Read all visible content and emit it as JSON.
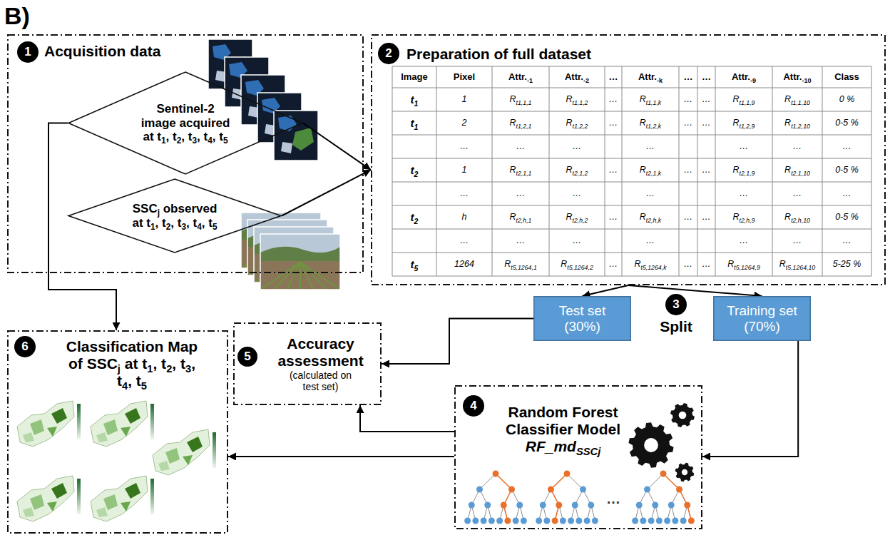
{
  "diagram": {
    "nodes": [
      {
        "text": [
          "Acquisition data"
        ]
      },
      {
        "text": [
          "1"
        ],
        "in": 0
      },
      {
        "text": [
          "Sentinel-2 image acquired at t1, t2, t3, t4, t5"
        ],
        "in": 0
      },
      {
        "text": [
          "SSCj observed at t1, t2, t3, t4, t5"
        ],
        "in": 0
      },
      {
        "text": [
          "Preparation of full dataset"
        ]
      },
      {
        "text": [
          "2"
        ],
        "in": 4
      },
      {
        "text": [
          "Test set (30%)"
        ]
      },
      {
        "text": [
          "3",
          "Split"
        ]
      },
      {
        "text": [
          "Training set (70%)"
        ]
      },
      {
        "text": [
          "Accuracy assessment",
          "(calculated on test set)"
        ]
      },
      {
        "text": [
          "5"
        ],
        "in": 9
      },
      {
        "text": [
          "Random Forest Classifier Model",
          "RF_mdSSCj"
        ]
      },
      {
        "text": [
          "4"
        ],
        "in": 11
      },
      {
        "text": [
          "Classification Map of SSCj at t1, t2, t3, t4, t5"
        ]
      },
      {
        "text": [
          "6"
        ],
        "in": 13
      }
    ],
    "edges": [
      {
        "from": 2,
        "to": 4,
        "arrow": "to"
      },
      {
        "from": 3,
        "to": 4,
        "arrow": "to"
      },
      {
        "from": 2,
        "to": 13,
        "arrow": "to"
      },
      {
        "from": 4,
        "to": 6,
        "arrow": "to"
      },
      {
        "from": 4,
        "to": 8,
        "arrow": "to"
      },
      {
        "from": 6,
        "to": 9,
        "arrow": "to"
      },
      {
        "from": 8,
        "to": 11,
        "arrow": "to"
      },
      {
        "from": 11,
        "to": 9,
        "arrow": "to"
      },
      {
        "from": 11,
        "to": 13,
        "arrow": "to"
      }
    ],
    "labels": [
      "B)",
      "Image",
      "Pixel",
      "Attr.-1",
      "Attr.-2",
      "…",
      "Attr.-k",
      "…",
      "…",
      "Attr.-9",
      "Attr.-10",
      "Class",
      "t1",
      "1",
      "Rt1,1,1",
      "Rt1,1,2",
      "…",
      "Rt1,1,k",
      "…",
      "…",
      "Rt1,1,9",
      "Rt1,1,10",
      "0 %",
      "t1",
      "2",
      "Rt1,2,1",
      "Rt1,2,2",
      "…",
      "Rt1,2,k",
      "…",
      "…",
      "Rt1,2,9",
      "Rt1,2,10",
      "0-5 %",
      "…",
      "…",
      "…",
      "…",
      "…",
      "…",
      "…",
      "t2",
      "1",
      "Rt2,1,1",
      "Rt2,1,2",
      "…",
      "Rt2,1,k",
      "…",
      "…",
      "Rt2,1,9",
      "Rt2,1,10",
      "0-5 %",
      "…",
      "…",
      "…",
      "…",
      "…",
      "…",
      "…",
      "t2",
      "h",
      "Rt2,h,1",
      "Rt2,h,2",
      "…",
      "Rt2,h,k",
      "…",
      "…",
      "Rt2,h,9",
      "Rt2,h,10",
      "0-5 %",
      "…",
      "…",
      "…",
      "…",
      "…",
      "…",
      "…",
      "t5",
      "1264",
      "Rt5,1264,1",
      "Rt5,1264,2",
      "…",
      "Rt5,1264,k",
      "…",
      "…",
      "Rt5,1264,9",
      "Rt5,1264,10",
      "5-25 %",
      "…"
    ]
  }
}
